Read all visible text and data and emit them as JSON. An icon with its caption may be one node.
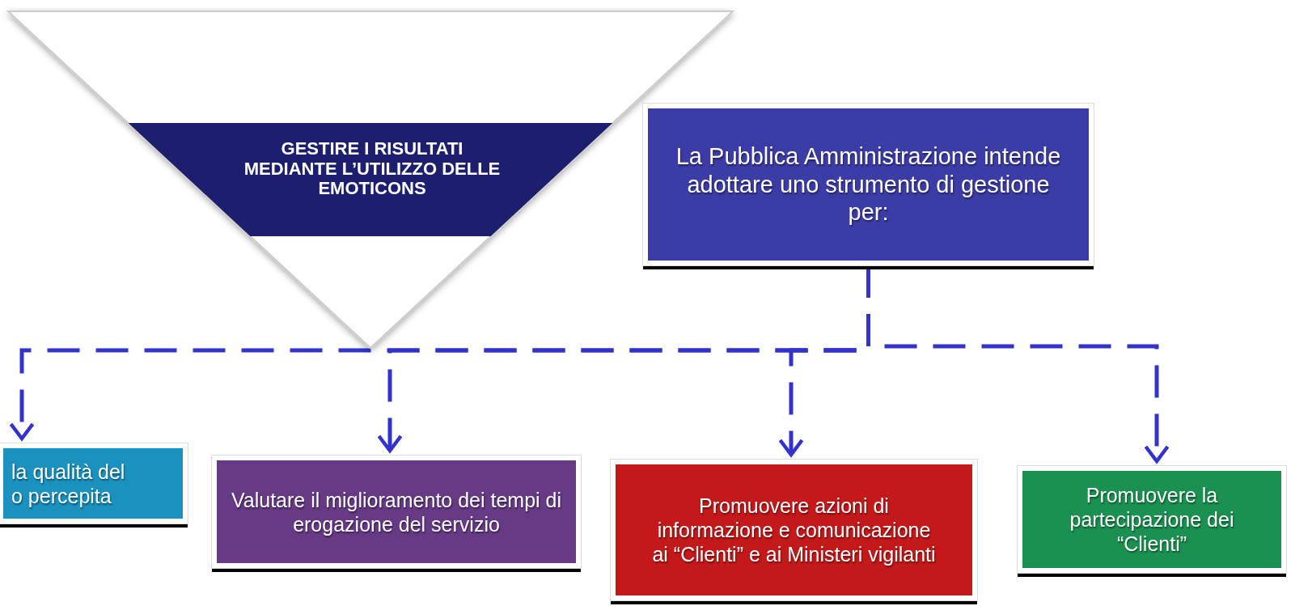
{
  "diagram": {
    "nodes": [
      {
        "text": [
          "GESTIRE I RISULTATI MEDIANTE L’UTILIZZO DELLE EMOTICONS"
        ]
      },
      {
        "text": [
          "La Pubblica Amministrazione intende adottare uno strumento di gestione per:"
        ]
      },
      {
        "text": [
          "la qualità del o percepita"
        ]
      },
      {
        "text": [
          "Valutare il miglioramento dei tempi di erogazione del servizio"
        ]
      },
      {
        "text": [
          "Promuovere azioni di informazione e comunicazione ai “Clienti” e ai Ministeri vigilanti"
        ]
      },
      {
        "text": [
          "Promuovere la partecipazione dei “Clienti”"
        ]
      }
    ],
    "edges": [
      {
        "from": 1,
        "to": 2,
        "arrow": "to",
        "style": "dashed"
      },
      {
        "from": 1,
        "to": 3,
        "arrow": "to",
        "style": "dashed"
      },
      {
        "from": 1,
        "to": 4,
        "arrow": "to",
        "style": "dashed"
      },
      {
        "from": 1,
        "to": 5,
        "arrow": "to",
        "style": "dashed"
      }
    ]
  }
}
